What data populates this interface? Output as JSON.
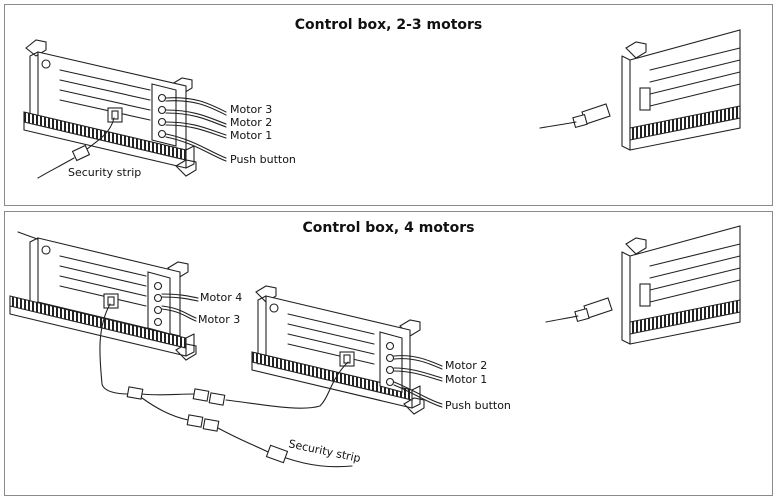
{
  "panels": [
    {
      "title": "Control box, 2-3 motors",
      "labels": {
        "motor3": "Motor 3",
        "motor2": "Motor 2",
        "motor1": "Motor 1",
        "push_button": "Push button",
        "security_strip": "Security strip"
      }
    },
    {
      "title": "Control box, 4 motors",
      "labels": {
        "motor4": "Motor 4",
        "motor3": "Motor 3",
        "motor2": "Motor 2",
        "motor1": "Motor 1",
        "push_button": "Push button",
        "security_strip": "Security strip"
      }
    }
  ]
}
